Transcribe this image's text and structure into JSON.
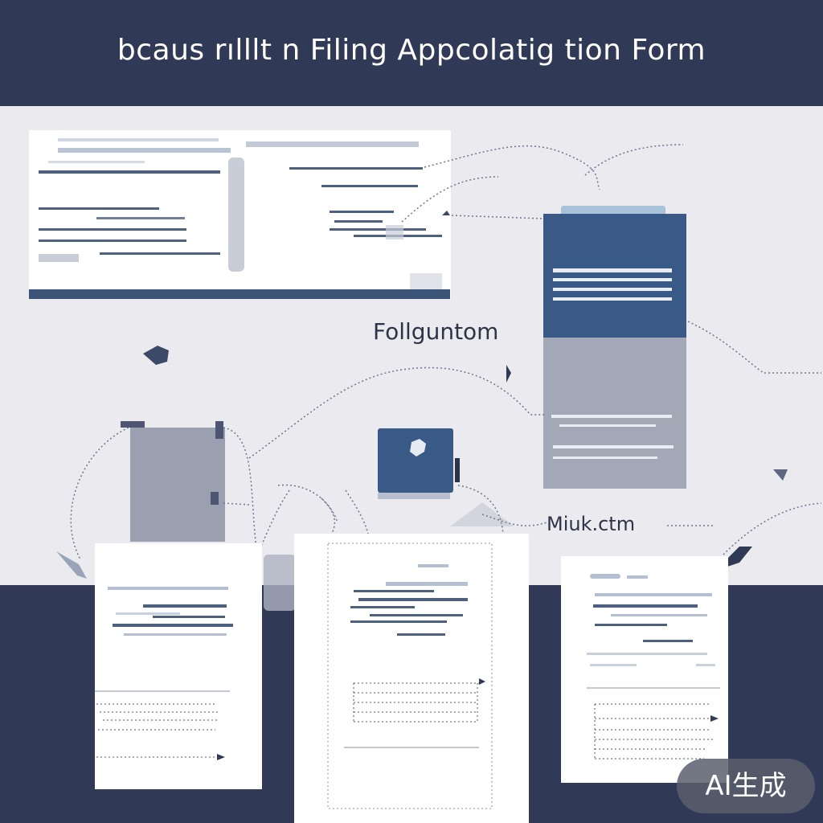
{
  "header": {
    "title": "bcaus  rılllt n Filing Appcolatig tion Form"
  },
  "labels": {
    "label_1": "Follguntom",
    "label_2": "Miuk.ctm"
  },
  "badge": {
    "text": "AI生成"
  },
  "colors": {
    "navy": "#303955",
    "panel_blue": "#395a87",
    "light_bg": "#ebebef",
    "gray_block": "#9aa0b0",
    "line_dark": "#4d607e",
    "line_light": "#b4c0d2"
  },
  "icons": [
    "arrow-icon",
    "pin-icon",
    "folder-icon"
  ]
}
